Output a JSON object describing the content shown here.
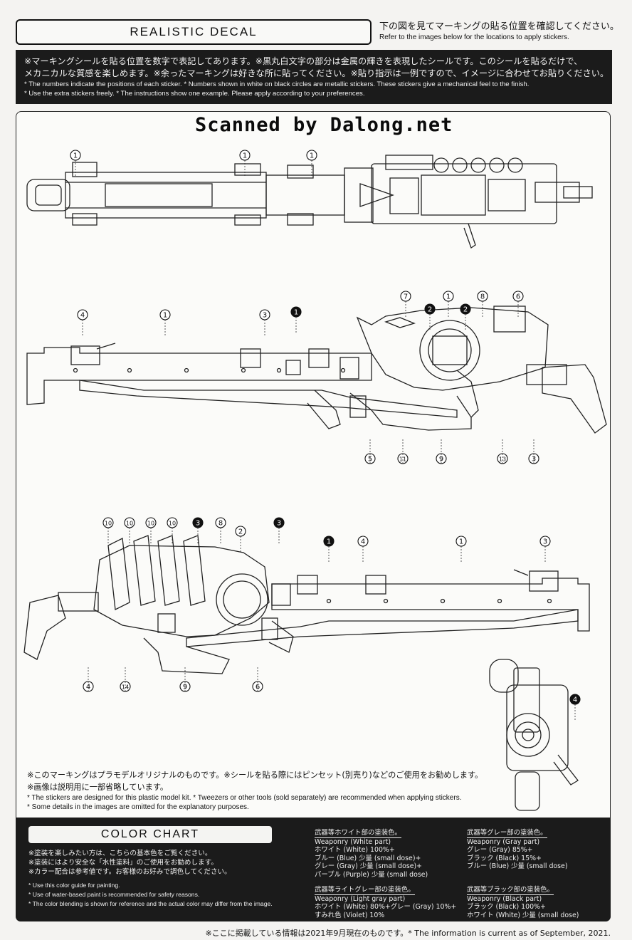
{
  "header": {
    "title": "REALISTIC DECAL",
    "ref_ja": "下の図を見てマーキングの貼る位置を確認してください。",
    "ref_en": "Refer to the images below for the locations to apply stickers."
  },
  "notice": {
    "ja_line1": "※マーキングシールを貼る位置を数字で表記してあります。※黒丸白文字の部分は金属の輝きを表現したシールです。このシールを貼るだけで、",
    "ja_line2": "メカニカルな質感を楽しめます。※余ったマーキングは好きな所に貼ってください。※貼り指示は一例ですので、イメージに合わせてお貼りください。",
    "en_line1": "* The numbers indicate the positions of each sticker. * Numbers shown in white on black circles are metallic stickers. These stickers give a mechanical feel to the finish.",
    "en_line2": "* Use the extra stickers freely. * The instructions show one example. Please apply according to your preferences."
  },
  "watermark": "Scanned by Dalong.net",
  "markers": {
    "top": [
      "1",
      "1",
      "1"
    ],
    "middle": [
      "4",
      "1",
      "3",
      "1",
      "7",
      "2",
      "1",
      "2",
      "8",
      "6",
      "5",
      "11",
      "9",
      "13",
      "3"
    ],
    "bottom": [
      "10",
      "10",
      "10",
      "10",
      "3",
      "8",
      "2",
      "3",
      "1",
      "4",
      "1",
      "3",
      "4",
      "14",
      "9",
      "6"
    ],
    "detail": [
      "4"
    ]
  },
  "notes": {
    "ja_line1": "※このマーキングはプラモデルオリジナルのものです。※シールを貼る際にはピンセット(別売り)などのご使用をお勧めします。",
    "ja_line2": "※画像は説明用に一部省略しています。",
    "en_line1": "* The stickers are designed for this plastic model kit. * Tweezers or other tools (sold separately) are recommended when applying stickers.",
    "en_line2": "* Some details in the images are omitted for the explanatory purposes."
  },
  "color_chart": {
    "title": "COLOR CHART",
    "left": {
      "ja1": "※塗装を楽しみたい方は、こちらの基本色をご覧ください。",
      "ja2": "※塗装にはより安全な「水性塗料」のご使用をお勧めします。",
      "ja3": "※カラー配合は参考値です。お客様のお好みで調色してください。",
      "en1": "* Use this color guide for painting.",
      "en2": "* Use of water-based paint is recommended for safety reasons.",
      "en3": "* The color blending is shown for reference and the actual color may differ from the image."
    },
    "mixes": [
      {
        "head": "武器等ホワイト部の塗装色。",
        "en": "Weaponry (White part)",
        "lines": [
          "ホワイト (White) 100%+",
          "ブルー (Blue) 少量 (small dose)+",
          "グレー (Gray) 少量 (small dose)+",
          "パープル (Purple) 少量 (small dose)"
        ]
      },
      {
        "head": "武器等グレー部の塗装色。",
        "en": "Weaponry (Gray part)",
        "lines": [
          "グレー (Gray) 85%+",
          "ブラック (Black) 15%+",
          "ブルー (Blue) 少量 (small dose)"
        ]
      },
      {
        "head": "武器等ライトグレー部の塗装色。",
        "en": "Weaponry (Light gray part)",
        "lines": [
          "ホワイト (White) 80%+グレー (Gray) 10%+",
          "すみれ色 (Violet) 10%"
        ]
      },
      {
        "head": "武器等ブラック部の塗装色。",
        "en": "Weaponry (Black part)",
        "lines": [
          "ブラック (Black) 100%+",
          "ホワイト (White) 少量 (small dose)"
        ]
      }
    ]
  },
  "footer": "※ここに掲載している情報は2021年9月現在のものです。* The information is current as of September, 2021."
}
